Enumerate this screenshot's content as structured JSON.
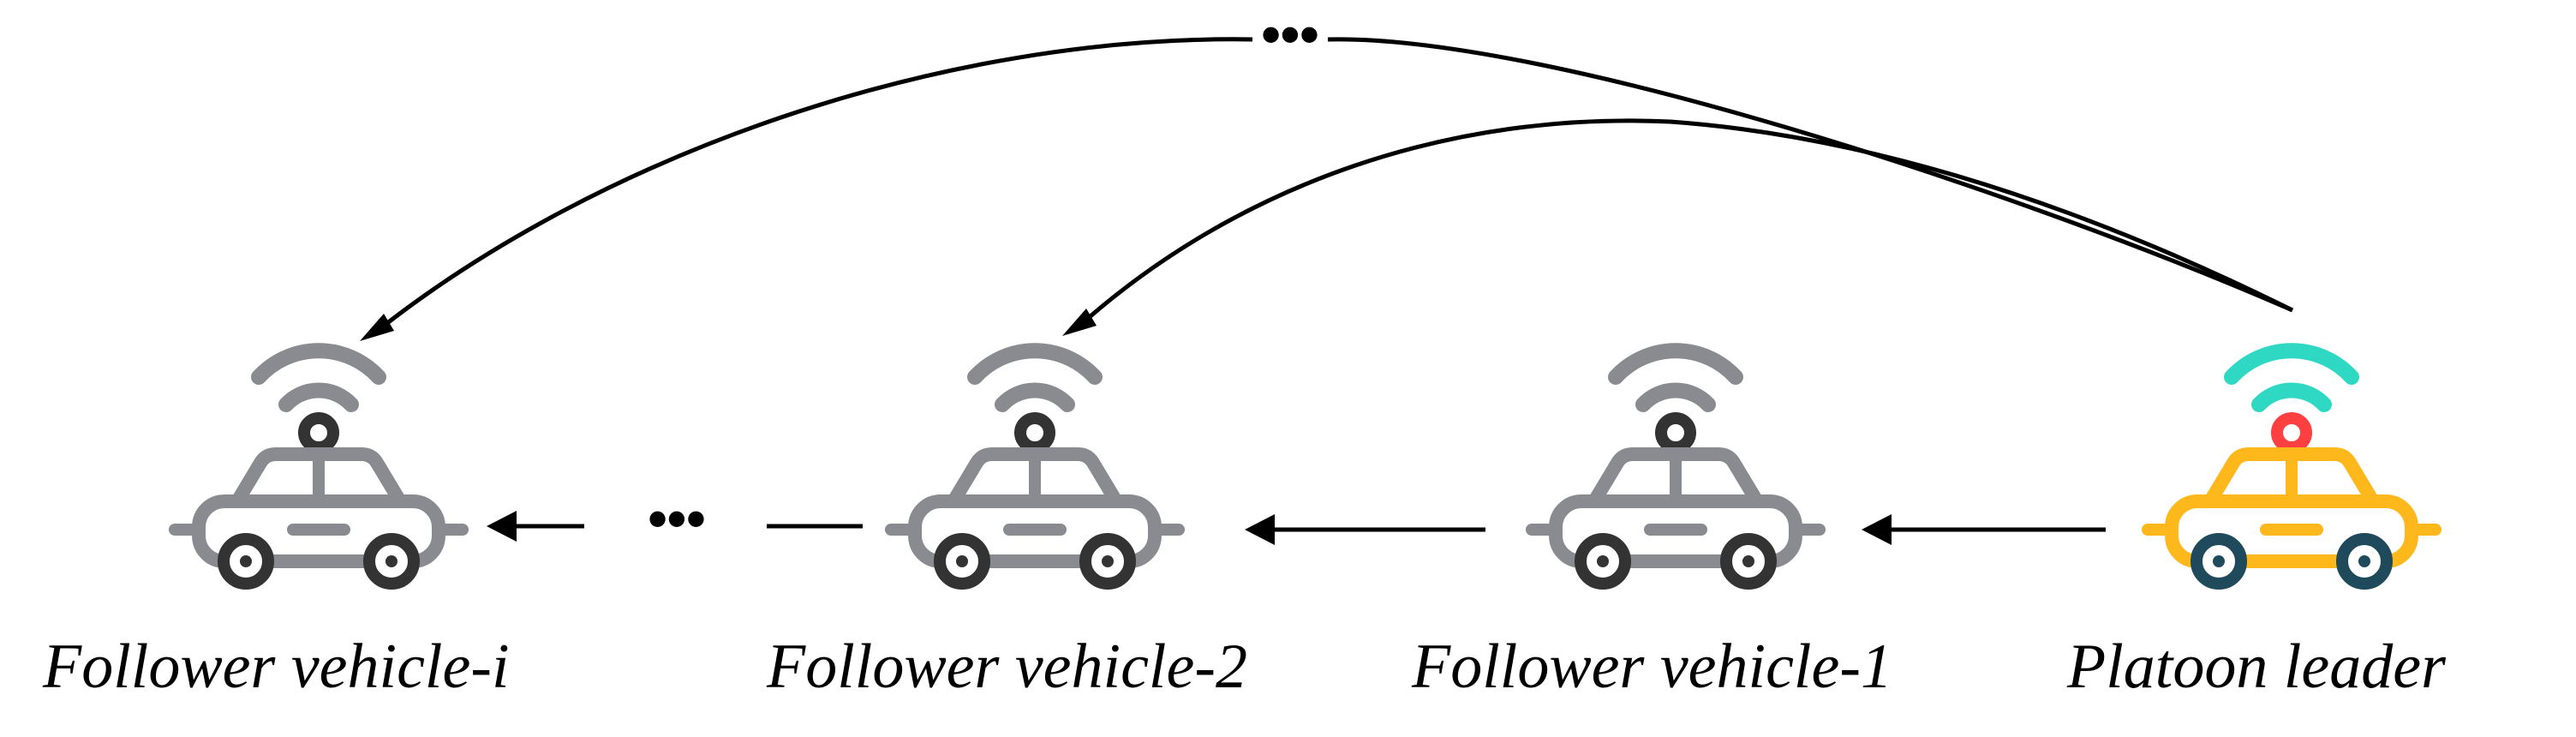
{
  "vehicles": [
    {
      "label": "Follower vehicle-i",
      "icon": "car-antenna-icon",
      "role": "follower"
    },
    {
      "label": "Follower vehicle-2",
      "icon": "car-antenna-icon",
      "role": "follower"
    },
    {
      "label": "Follower vehicle-1",
      "icon": "car-antenna-icon",
      "role": "follower"
    },
    {
      "label": "Platoon leader",
      "icon": "car-antenna-icon",
      "role": "leader"
    }
  ],
  "ellipsis": {
    "top": "•••",
    "row": "•••"
  },
  "colors": {
    "follower_body": "#8a8b91",
    "follower_wheels": "#333333",
    "leader_body": "#ffb81c",
    "leader_wheels": "#1f4a5c",
    "leader_signal": "#2ed8c3",
    "leader_antenna": "#ff4040",
    "arrow": "#000000"
  }
}
